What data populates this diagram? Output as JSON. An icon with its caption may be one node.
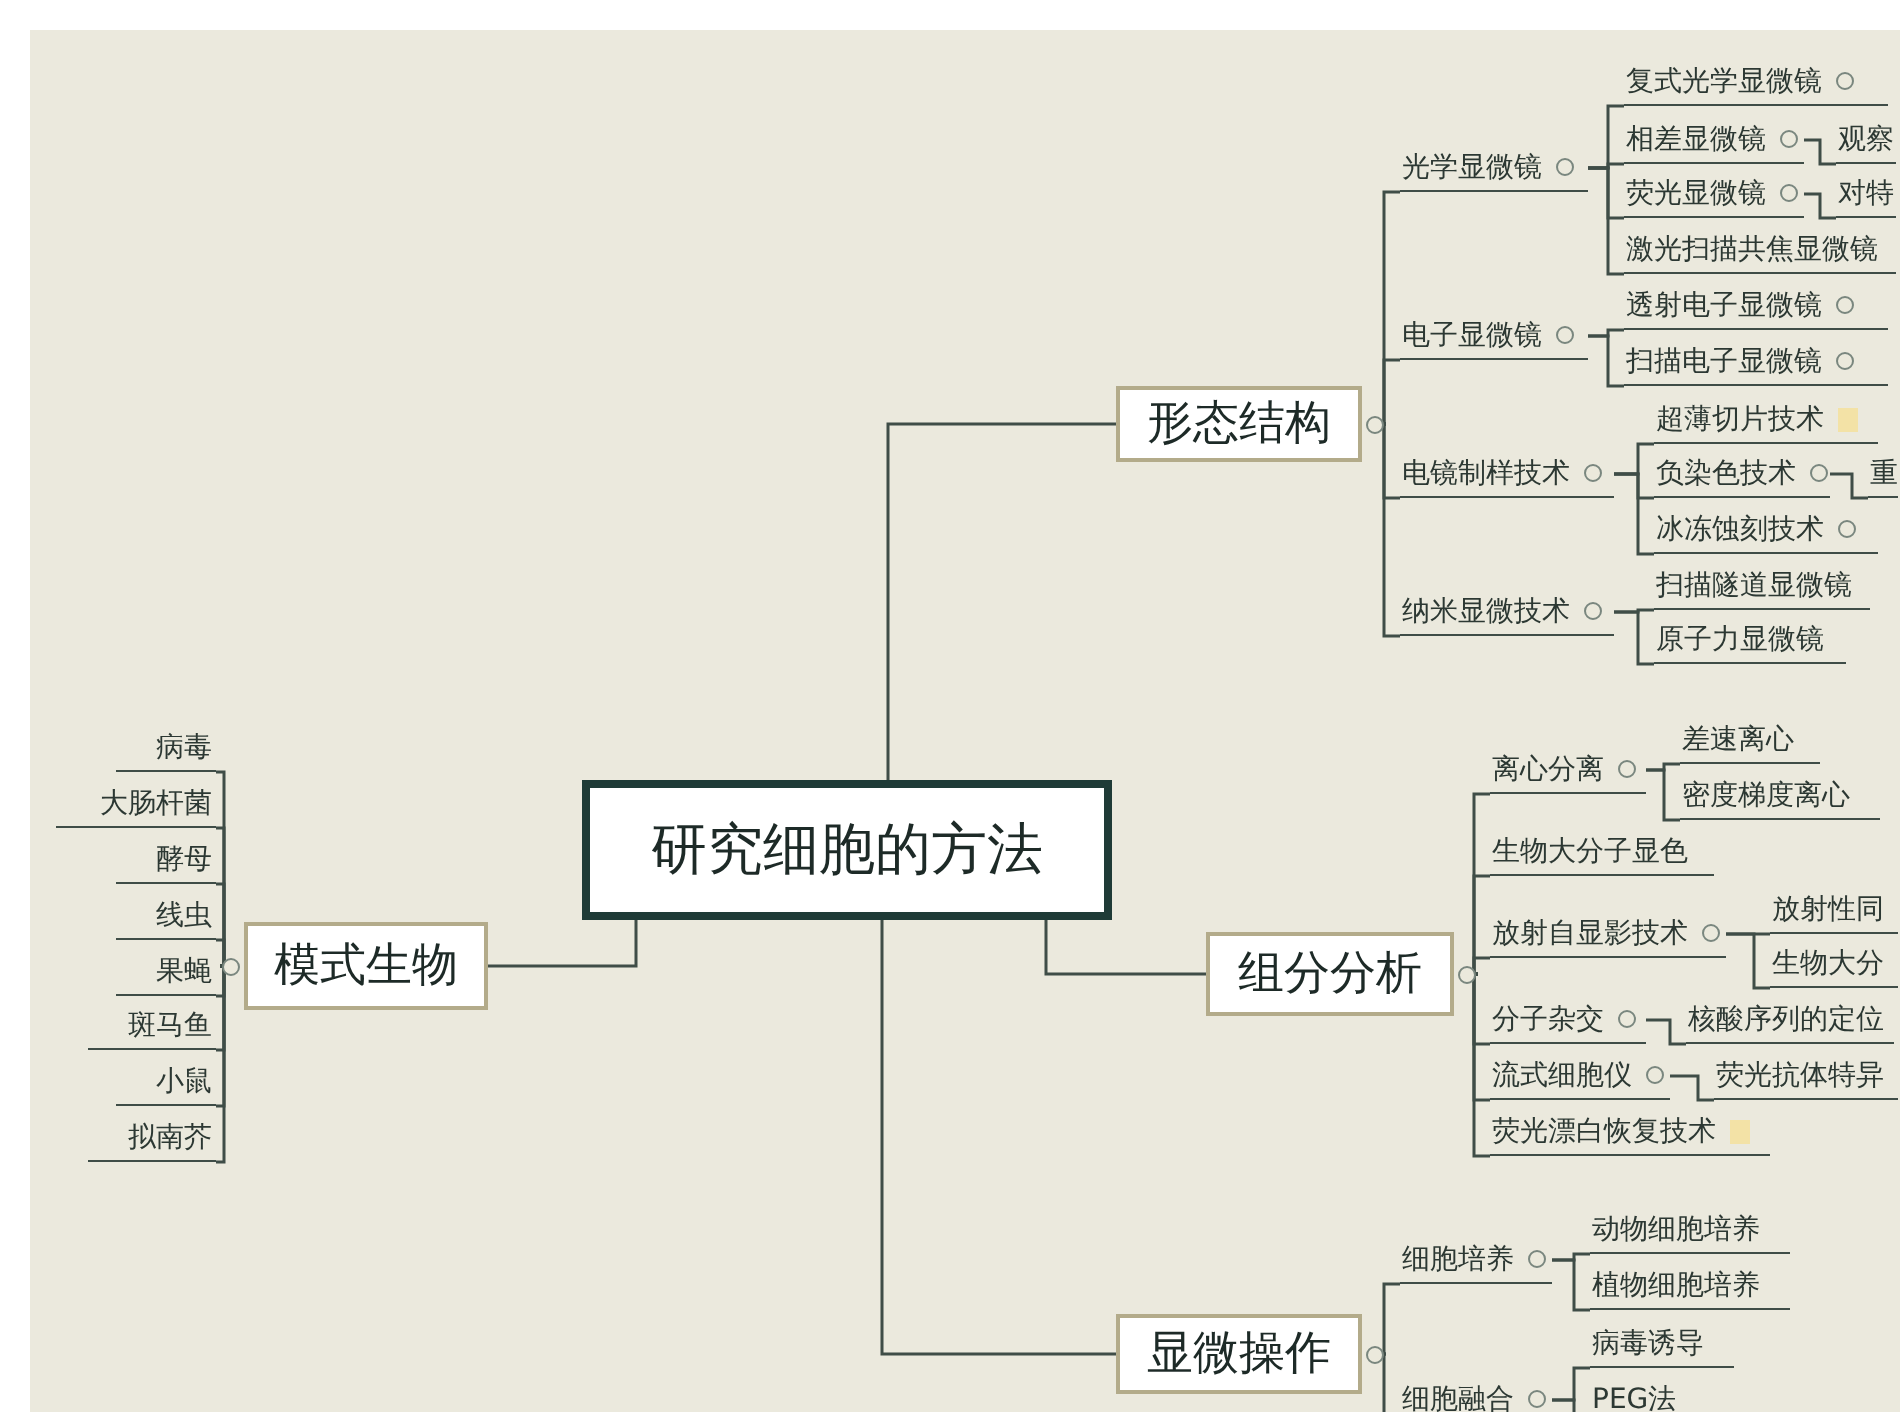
{
  "diagram": {
    "nodes": [
      {
        "text": [
          "研究细胞的方法"
        ]
      },
      {
        "text": [
          "形态结构"
        ]
      },
      {
        "text": [
          "光学显微镜"
        ]
      },
      {
        "text": [
          "复式光学显微镜"
        ]
      },
      {
        "text": [
          "相差显微镜"
        ]
      },
      {
        "text": [
          "观察"
        ]
      },
      {
        "text": [
          "荧光显微镜"
        ]
      },
      {
        "text": [
          "对特"
        ]
      },
      {
        "text": [
          "激光扫描共焦显微镜"
        ]
      },
      {
        "text": [
          "电子显微镜"
        ]
      },
      {
        "text": [
          "透射电子显微镜"
        ]
      },
      {
        "text": [
          "扫描电子显微镜"
        ]
      },
      {
        "text": [
          "电镜制样技术"
        ]
      },
      {
        "text": [
          "超薄切片技术"
        ]
      },
      {
        "text": [
          "负染色技术"
        ]
      },
      {
        "text": [
          "重"
        ]
      },
      {
        "text": [
          "冰冻蚀刻技术"
        ]
      },
      {
        "text": [
          "纳米显微技术"
        ]
      },
      {
        "text": [
          "扫描隧道显微镜"
        ]
      },
      {
        "text": [
          "原子力显微镜"
        ]
      },
      {
        "text": [
          "模式生物"
        ]
      },
      {
        "text": [
          "病毒"
        ]
      },
      {
        "text": [
          "大肠杆菌"
        ]
      },
      {
        "text": [
          "酵母"
        ]
      },
      {
        "text": [
          "线虫"
        ]
      },
      {
        "text": [
          "果蝇"
        ]
      },
      {
        "text": [
          "斑马鱼"
        ]
      },
      {
        "text": [
          "小鼠"
        ]
      },
      {
        "text": [
          "拟南芥"
        ]
      },
      {
        "text": [
          "组分分析"
        ]
      },
      {
        "text": [
          "离心分离"
        ]
      },
      {
        "text": [
          "差速离心"
        ]
      },
      {
        "text": [
          "密度梯度离心"
        ]
      },
      {
        "text": [
          "生物大分子显色"
        ]
      },
      {
        "text": [
          "放射自显影技术"
        ]
      },
      {
        "text": [
          "放射性同"
        ]
      },
      {
        "text": [
          "生物大分"
        ]
      },
      {
        "text": [
          "分子杂交"
        ]
      },
      {
        "text": [
          "核酸序列的定位"
        ]
      },
      {
        "text": [
          "流式细胞仪"
        ]
      },
      {
        "text": [
          "荧光抗体特异"
        ]
      },
      {
        "text": [
          "荧光漂白恢复技术"
        ]
      },
      {
        "text": [
          "显微操作"
        ]
      },
      {
        "text": [
          "细胞培养"
        ]
      },
      {
        "text": [
          "动物细胞培养"
        ]
      },
      {
        "text": [
          "植物细胞培养"
        ]
      },
      {
        "text": [
          "细胞融合"
        ]
      },
      {
        "text": [
          "病毒诱导"
        ]
      },
      {
        "text": [
          "PEG法"
        ]
      }
    ],
    "edges": [
      {
        "from": 0,
        "to": 1,
        "arrow": "none"
      },
      {
        "from": 1,
        "to": 2,
        "arrow": "none"
      },
      {
        "from": 2,
        "to": 3,
        "arrow": "none"
      },
      {
        "from": 2,
        "to": 4,
        "arrow": "none"
      },
      {
        "from": 4,
        "to": 5,
        "arrow": "none"
      },
      {
        "from": 2,
        "to": 6,
        "arrow": "none"
      },
      {
        "from": 6,
        "to": 7,
        "arrow": "none"
      },
      {
        "from": 2,
        "to": 8,
        "arrow": "none"
      },
      {
        "from": 1,
        "to": 9,
        "arrow": "none"
      },
      {
        "from": 9,
        "to": 10,
        "arrow": "none"
      },
      {
        "from": 9,
        "to": 11,
        "arrow": "none"
      },
      {
        "from": 1,
        "to": 12,
        "arrow": "none"
      },
      {
        "from": 12,
        "to": 13,
        "arrow": "none"
      },
      {
        "from": 12,
        "to": 14,
        "arrow": "none"
      },
      {
        "from": 14,
        "to": 15,
        "arrow": "none"
      },
      {
        "from": 12,
        "to": 16,
        "arrow": "none"
      },
      {
        "from": 1,
        "to": 17,
        "arrow": "none"
      },
      {
        "from": 17,
        "to": 18,
        "arrow": "none"
      },
      {
        "from": 17,
        "to": 19,
        "arrow": "none"
      },
      {
        "from": 0,
        "to": 20,
        "arrow": "none"
      },
      {
        "from": 20,
        "to": 21,
        "arrow": "none"
      },
      {
        "from": 20,
        "to": 22,
        "arrow": "none"
      },
      {
        "from": 20,
        "to": 23,
        "arrow": "none"
      },
      {
        "from": 20,
        "to": 24,
        "arrow": "none"
      },
      {
        "from": 20,
        "to": 25,
        "arrow": "none"
      },
      {
        "from": 20,
        "to": 26,
        "arrow": "none"
      },
      {
        "from": 20,
        "to": 27,
        "arrow": "none"
      },
      {
        "from": 20,
        "to": 28,
        "arrow": "none"
      },
      {
        "from": 0,
        "to": 29,
        "arrow": "none"
      },
      {
        "from": 29,
        "to": 30,
        "arrow": "none"
      },
      {
        "from": 30,
        "to": 31,
        "arrow": "none"
      },
      {
        "from": 30,
        "to": 32,
        "arrow": "none"
      },
      {
        "from": 29,
        "to": 33,
        "arrow": "none"
      },
      {
        "from": 29,
        "to": 34,
        "arrow": "none"
      },
      {
        "from": 34,
        "to": 35,
        "arrow": "none"
      },
      {
        "from": 34,
        "to": 36,
        "arrow": "none"
      },
      {
        "from": 29,
        "to": 37,
        "arrow": "none"
      },
      {
        "from": 37,
        "to": 38,
        "arrow": "none"
      },
      {
        "from": 29,
        "to": 39,
        "arrow": "none"
      },
      {
        "from": 39,
        "to": 40,
        "arrow": "none"
      },
      {
        "from": 29,
        "to": 41,
        "arrow": "none"
      },
      {
        "from": 0,
        "to": 42,
        "arrow": "none"
      },
      {
        "from": 42,
        "to": 43,
        "arrow": "none"
      },
      {
        "from": 43,
        "to": 44,
        "arrow": "none"
      },
      {
        "from": 43,
        "to": 45,
        "arrow": "none"
      },
      {
        "from": 42,
        "to": 46,
        "arrow": "none"
      },
      {
        "from": 46,
        "to": 47,
        "arrow": "none"
      },
      {
        "from": 46,
        "to": 48,
        "arrow": "none"
      }
    ]
  }
}
